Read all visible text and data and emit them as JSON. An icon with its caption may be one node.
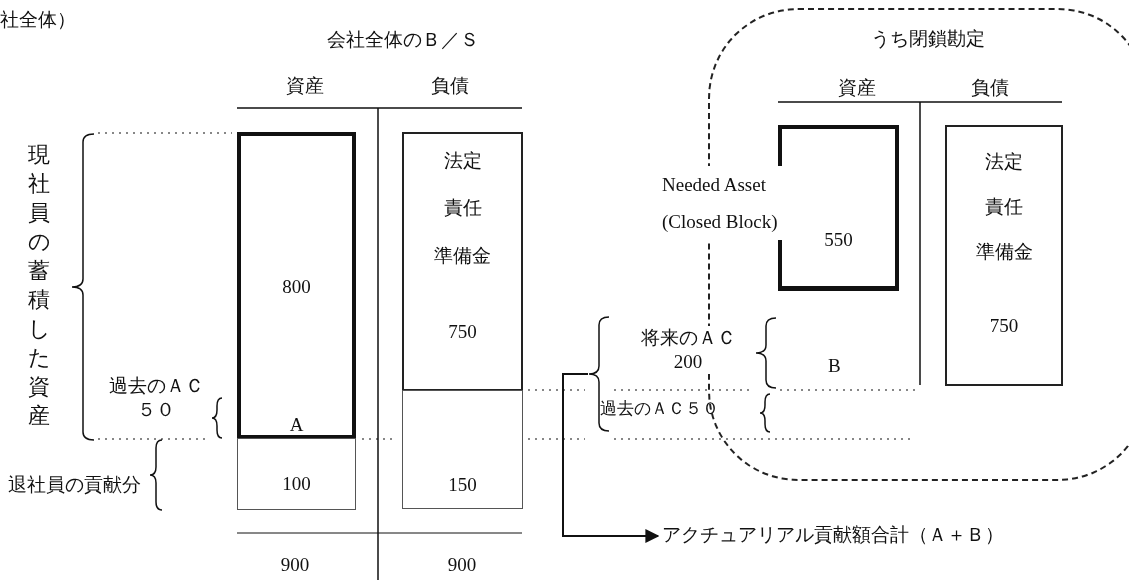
{
  "diagram": {
    "nodes": [
      {
        "text": [
          "800",
          "A"
        ]
      },
      {
        "text": [
          "100"
        ]
      },
      {
        "text": [
          "法定",
          "責任",
          "準備金",
          "750"
        ]
      },
      {
        "text": [
          "150"
        ]
      },
      {
        "text": [
          "うち閉鎖勘定"
        ]
      },
      {
        "text": [
          "550"
        ],
        "in": 4
      },
      {
        "text": [
          "法定",
          "責任",
          "準備金",
          "750"
        ],
        "in": 4
      },
      {
        "text": [
          "アクチュアリアル貢献額合計（Ａ＋Ｂ）"
        ]
      },
      {
        "text": [],
        "shape": "brace"
      }
    ],
    "edges": [
      {
        "from": 8,
        "to": 7,
        "arrow": "to"
      }
    ],
    "labels": [
      "社全体）",
      "会社全体のＢ／Ｓ",
      "資産",
      "負債",
      "現社員の蓄積した資産",
      "過去のＡＣ５０",
      "退社員の貢献分",
      "900",
      "900",
      "資産",
      "負債",
      "Needed Asset (Closed Block)",
      "将来のＡＣ200",
      "B",
      "過去のＡＣ５０"
    ]
  }
}
